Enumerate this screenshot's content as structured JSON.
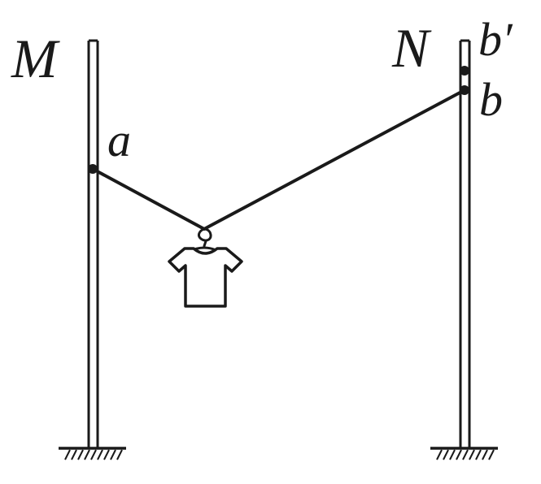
{
  "labels": {
    "pole_left": "M",
    "pole_right": "N",
    "point_a": "a",
    "point_b": "b",
    "point_b_prime": "b′"
  },
  "colors": {
    "ink": "#1a1a1a",
    "background": "#ffffff"
  }
}
